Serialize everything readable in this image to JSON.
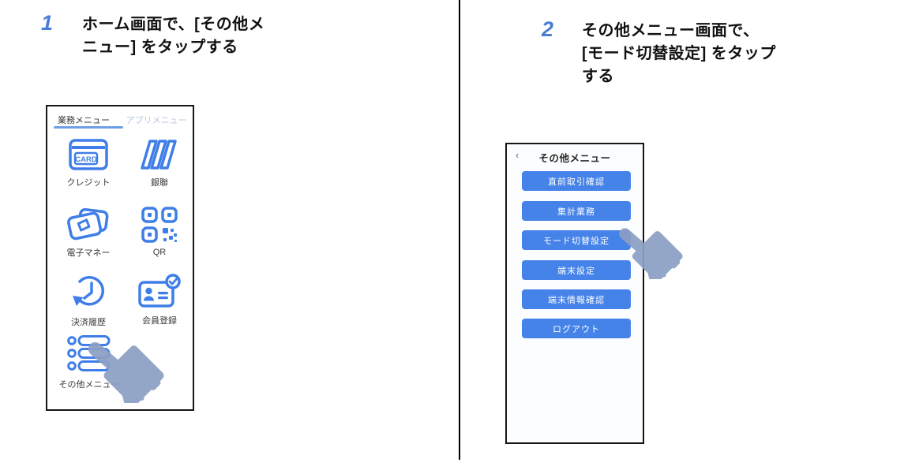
{
  "doc": {
    "steps": [
      {
        "number": "1",
        "instruction_lines": [
          "ホーム画面で、[その他メ",
          "ニュー] をタップする"
        ]
      },
      {
        "number": "2",
        "instruction_lines": [
          "その他メニュー画面で、",
          "[モード切替設定] をタップ",
          "する"
        ]
      }
    ]
  },
  "phone1": {
    "tabs": [
      {
        "label": "業務メニュー",
        "active": true
      },
      {
        "label": "アプリメニュー",
        "active": false
      }
    ],
    "card_icon_text": "CARD",
    "grid": [
      {
        "icon": "credit-card-icon",
        "label": "クレジット"
      },
      {
        "icon": "unionpay-stripes-icon",
        "label": "銀聯"
      },
      {
        "icon": "emoney-cards-icon",
        "label": "電子マネー"
      },
      {
        "icon": "qr-code-icon",
        "label": "QR"
      },
      {
        "icon": "history-clock-icon",
        "label": "決済履歴"
      },
      {
        "icon": "member-card-check-icon",
        "label": "会員登録"
      },
      {
        "icon": "list-menu-icon",
        "label": "その他メニュー"
      }
    ],
    "tap_target": "その他メニュー"
  },
  "phone2": {
    "header": {
      "back_glyph": "‹",
      "title": "その他メニュー"
    },
    "buttons": [
      "直前取引確認",
      "集計業務",
      "モード切替設定",
      "端末設定",
      "端末情報確認",
      "ログアウト"
    ],
    "tap_target": "モード切替設定"
  },
  "colors": {
    "accent_blue": "#4285f4",
    "button_blue": "#4683e9",
    "step_number_blue": "#4a7dd6",
    "inactive_tab": "#b8c5e3",
    "hand_cursor": "#8c9fc4",
    "divider": "#000000"
  }
}
